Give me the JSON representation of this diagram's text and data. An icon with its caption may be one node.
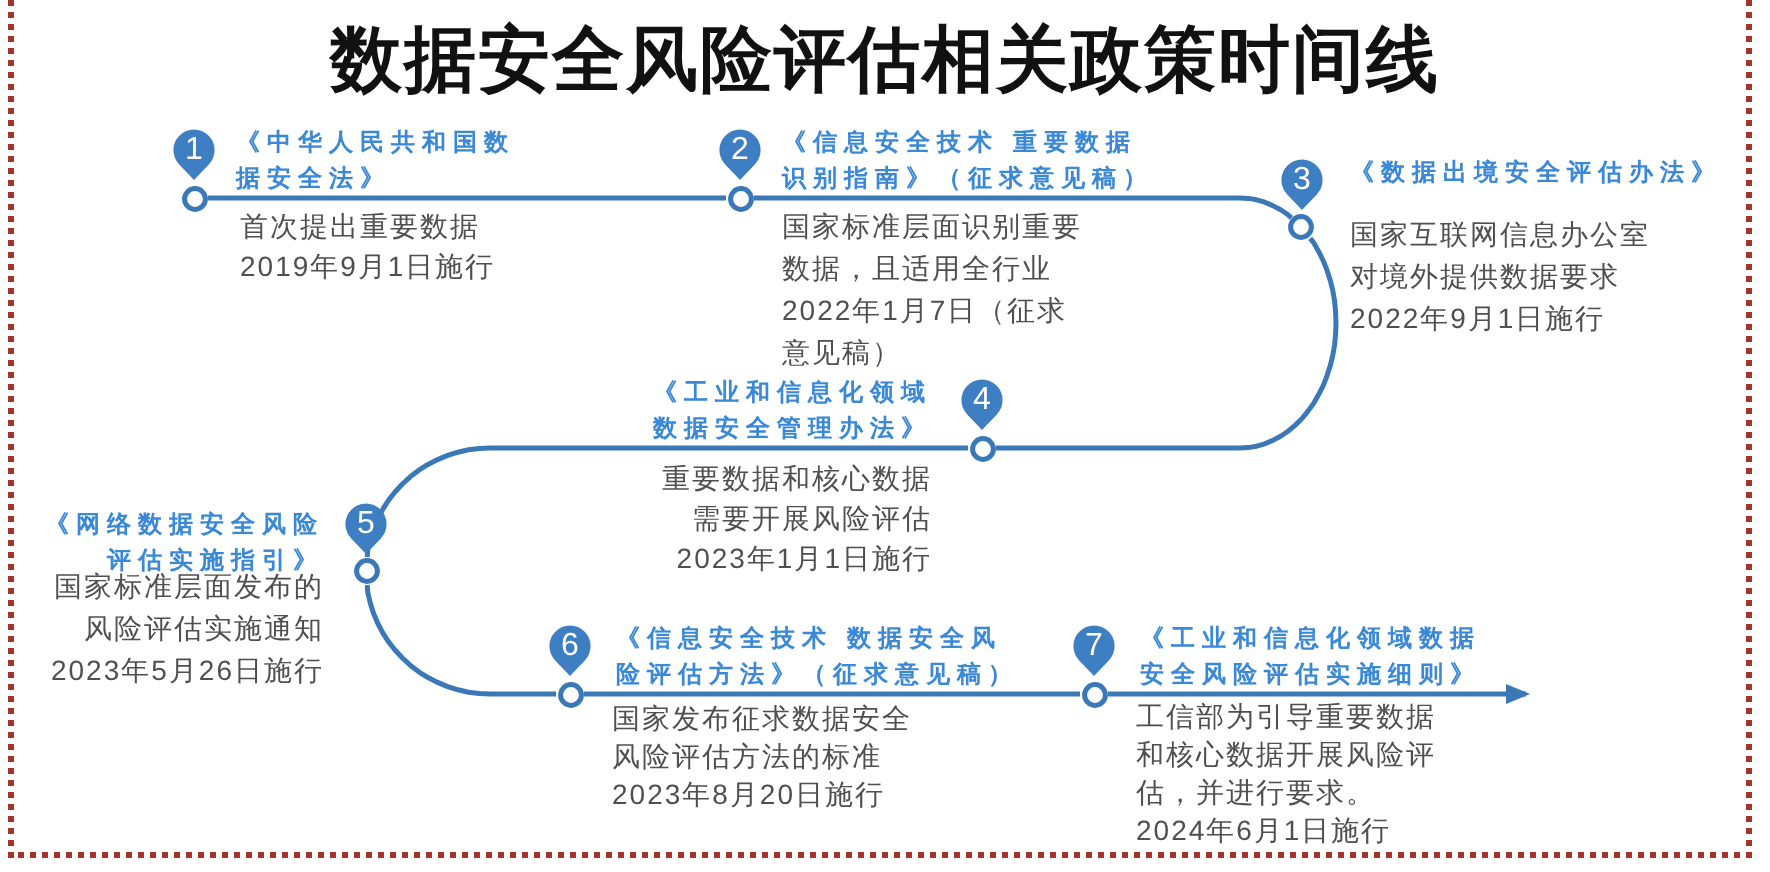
{
  "diagram": {
    "title": "数据安全风险评估相关政策时间线",
    "nodes": [
      {
        "text": [
          "1"
        ],
        "beside": [
          "《中华人民共和国数据安全法》",
          "首次提出重要数据",
          "2019年9月1日施行"
        ]
      },
      {
        "text": [
          "2"
        ],
        "beside": [
          "《信息安全技术 重要数据识别指南》（征求意见稿）",
          "国家标准层面识别重要数据，且适用全行业",
          "2022年1月7日（征求意见稿）"
        ]
      },
      {
        "text": [
          "3"
        ],
        "beside": [
          "《数据出境安全评估办法》",
          "国家互联网信息办公室对境外提供数据要求",
          "2022年9月1日施行"
        ]
      },
      {
        "text": [
          "4"
        ],
        "beside": [
          "《工业和信息化领域数据安全管理办法》",
          "重要数据和核心数据需要开展风险评估",
          "2023年1月1日施行"
        ]
      },
      {
        "text": [
          "5"
        ],
        "beside": [
          "《网络数据安全风险评估实施指引》",
          "国家标准层面发布的风险评估实施通知",
          "2023年5月26日施行"
        ]
      },
      {
        "text": [
          "6"
        ],
        "beside": [
          "《信息安全技术 数据安全风险评估方法》（征求意见稿）",
          "国家发布征求数据安全风险评估方法的标准",
          "2023年8月20日施行"
        ]
      },
      {
        "text": [
          "7"
        ],
        "beside": [
          "《工业和信息化领域数据安全风险评估实施细则》",
          "工信部为引导重要数据和核心数据开展风险评估，并进行要求。",
          "2024年6月1日施行"
        ]
      }
    ],
    "edges": [
      {
        "from": 0,
        "to": 1,
        "arrow": "none"
      },
      {
        "from": 1,
        "to": 2,
        "arrow": "none"
      },
      {
        "from": 2,
        "to": 3,
        "arrow": "none"
      },
      {
        "from": 3,
        "to": 4,
        "arrow": "none"
      },
      {
        "from": 4,
        "to": 5,
        "arrow": "none"
      },
      {
        "from": 5,
        "to": 6,
        "arrow": "none"
      },
      {
        "from": 6,
        "to": null,
        "arrow": "to"
      }
    ]
  }
}
